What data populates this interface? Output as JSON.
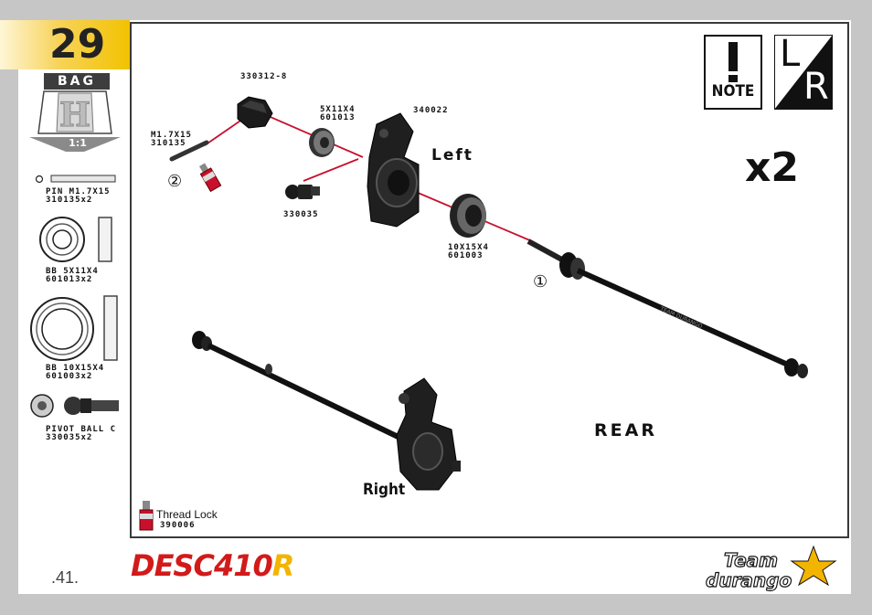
{
  "step": {
    "number": "29",
    "bag": "BAG",
    "bag_id": "H",
    "scale": "1:1"
  },
  "note": {
    "label": "NOTE",
    "lr_left": "L",
    "lr_right": "R"
  },
  "multiplier": "x2",
  "side_parts": [
    {
      "name": "PIN M1.7X15",
      "code": "310135x2"
    },
    {
      "name": "BB 5X11X4",
      "code": "601013x2"
    },
    {
      "name": "BB 10X15X4",
      "code": "601003x2"
    },
    {
      "name": "PIVOT BALL C",
      "code": "330035x2"
    }
  ],
  "callouts": {
    "hex": "330312-8",
    "bearing_small": "5X11X4\n601013",
    "hub": "340022",
    "pin": "M1.7X15\n310135",
    "pivot": "330035",
    "bearing_large": "10X15X4\n601003",
    "step_2": "②",
    "step_1": "①"
  },
  "labels": {
    "left": "Left",
    "right": "Right",
    "rear": "REAR"
  },
  "thread_lock": {
    "label": "Thread Lock",
    "code": "390006"
  },
  "shaft_text": "TEAM DURANGO",
  "footer": {
    "page": ".41.",
    "brand_main": "DESC410",
    "brand_suffix": "R",
    "team_1": "Team",
    "team_2": "durango"
  }
}
